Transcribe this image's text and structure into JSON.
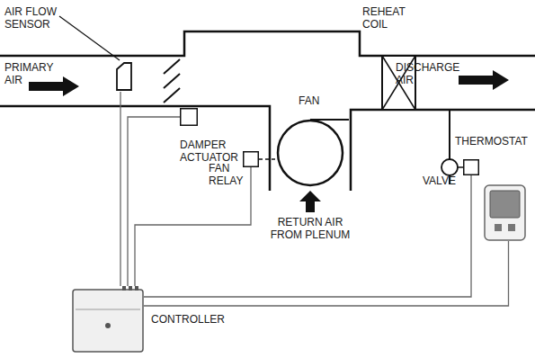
{
  "diagram": {
    "nodes": [
      {
        "text": [
          "AIR FLOW SENSOR"
        ]
      },
      {
        "text": [
          "DAMPER ACTUATOR"
        ]
      },
      {
        "text": [
          "FAN RELAY"
        ]
      },
      {
        "text": [
          "FAN"
        ]
      },
      {
        "text": [
          "REHEAT COIL"
        ]
      },
      {
        "text": [
          "VALVE"
        ]
      },
      {
        "text": [
          "THERMOSTAT"
        ]
      },
      {
        "text": [
          "CONTROLLER"
        ]
      }
    ],
    "edges": [
      {
        "from": 7,
        "to": 0,
        "arrow": "none"
      },
      {
        "from": 7,
        "to": 1,
        "arrow": "none"
      },
      {
        "from": 7,
        "to": 2,
        "arrow": "none"
      },
      {
        "from": 2,
        "to": 3,
        "arrow": "none"
      },
      {
        "from": 7,
        "to": 5,
        "arrow": "none"
      },
      {
        "from": 7,
        "to": 6,
        "arrow": "none"
      }
    ],
    "labels": [
      "PRIMARY AIR",
      "DISCHARGE AIR",
      "RETURN AIR FROM PLENUM"
    ]
  }
}
